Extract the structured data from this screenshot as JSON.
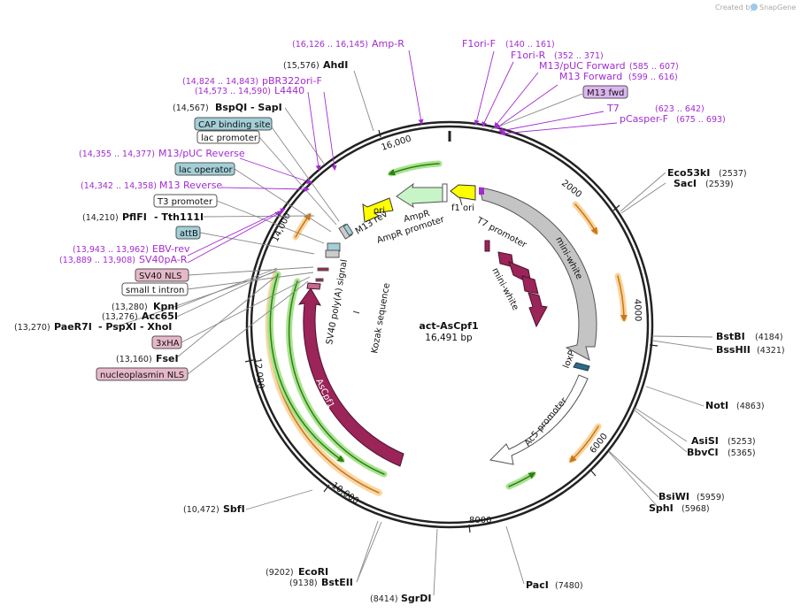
{
  "app": {
    "credit": "Created by",
    "brand": "SnapGene"
  },
  "plasmid": {
    "name": "act-AsCpf1",
    "size_label": "16,491 bp"
  },
  "ticks": [
    "2000",
    "4000",
    "6000",
    "8000",
    "10,000",
    "12,000",
    "14,000",
    "16,000"
  ],
  "features_ring": [
    "mini-white",
    "loxP",
    "Ac5 promoter",
    "AsCpf1",
    "SV40 poly(A) signal",
    "Kozak sequence",
    "T7 promoter",
    "f1 ori",
    "AmpR",
    "AmpR promoter",
    "ori",
    "M13 rev",
    "mini-white"
  ],
  "left_boxes": [
    "CAP binding site",
    "lac promoter",
    "lac operator",
    "T3 promoter",
    "attB",
    "SV40 NLS",
    "small t intron",
    "3xHA",
    "nucleoplasmin NLS"
  ],
  "m13fwd": "M13 fwd",
  "enzymes": {
    "ahdi": {
      "name": "AhdI",
      "pos": "(15,576)"
    },
    "bspqi": {
      "pos": "(14,567)",
      "name": "BspQI",
      "name2": "SapI"
    },
    "pflfi": {
      "pos": "(14,210)",
      "name": "PflFI",
      "name2": "Tth111I"
    },
    "kpni": {
      "pos": "(13,280)",
      "name": "KpnI"
    },
    "acc65i": {
      "pos": "(13,276)",
      "name": "Acc65I"
    },
    "paer7i": {
      "pos": "(13,270)",
      "name": "PaeR7I",
      "name2": "PspXI",
      "name3": "XhoI"
    },
    "fsei": {
      "pos": "(13,160)",
      "name": "FseI"
    },
    "eco53ki": {
      "name": "Eco53kI",
      "pos": "(2537)"
    },
    "saci": {
      "name": "SacI",
      "pos": "(2539)"
    },
    "bstbi": {
      "name": "BstBI",
      "pos": "(4184)"
    },
    "bsshii": {
      "name": "BssHII",
      "pos": "(4321)"
    },
    "noti": {
      "name": "NotI",
      "pos": "(4863)"
    },
    "asisi": {
      "name": "AsiSI",
      "pos": "(5253)"
    },
    "bbvci": {
      "name": "BbvCI",
      "pos": "(5365)"
    },
    "bsiwi": {
      "name": "BsiWI",
      "pos": "(5959)"
    },
    "sphi": {
      "name": "SphI",
      "pos": "(5968)"
    },
    "paci": {
      "name": "PacI",
      "pos": "(7480)"
    },
    "sgrdi": {
      "pos": "(8414)",
      "name": "SgrDI"
    },
    "ecori": {
      "pos": "(9202)",
      "name": "EcoRI"
    },
    "bsteii": {
      "pos": "(9138)",
      "name": "BstEII"
    },
    "sbfi": {
      "pos": "(10,472)",
      "name": "SbfI"
    }
  },
  "primers": {
    "ampr": {
      "pos": "(16,126 .. 16,145)",
      "name": "Amp-R"
    },
    "f1orif": {
      "name": "F1ori-F",
      "pos": "(140 .. 161)"
    },
    "f1orir": {
      "name": "F1ori-R",
      "pos": "(352 .. 371)"
    },
    "m13puc": {
      "name": "M13/pUC Forward",
      "pos": "(585 .. 607)"
    },
    "m13fwd": {
      "name": "M13 Forward",
      "pos": "(599 .. 616)"
    },
    "t7": {
      "name": "T7",
      "pos": "(623 .. 642)"
    },
    "pcasper": {
      "name": "pCasper-F",
      "pos": "(675 .. 693)"
    },
    "pbr322": {
      "pos": "(14,824 .. 14,843)",
      "name": "pBR322ori-F"
    },
    "l4440": {
      "pos": "(14,573 .. 14,590)",
      "name": "L4440"
    },
    "m13pucrev": {
      "pos": "(14,355 .. 14,377)",
      "name": "M13/pUC Reverse"
    },
    "m13rev": {
      "pos": "(14,342 .. 14,358)",
      "name": "M13 Reverse"
    },
    "ebv": {
      "pos": "(13,943 .. 13,962)",
      "name": "EBV-rev"
    },
    "sv40pa": {
      "pos": "(13,889 .. 13,908)",
      "name": "SV40pA-R"
    }
  },
  "colors": {
    "primer": "#a32bd0",
    "maroon": "#9b2458",
    "grey_arrow": "#c4c4c4",
    "orange_arc": "#f5b04a",
    "green_arc": "#3ea81d",
    "yellow": "#ffff00",
    "light_green": "#c8f5c8",
    "teal_box": "#a3cfd8",
    "pink_box": "#e6b8c9",
    "violet_box": "#dcb5f0"
  }
}
